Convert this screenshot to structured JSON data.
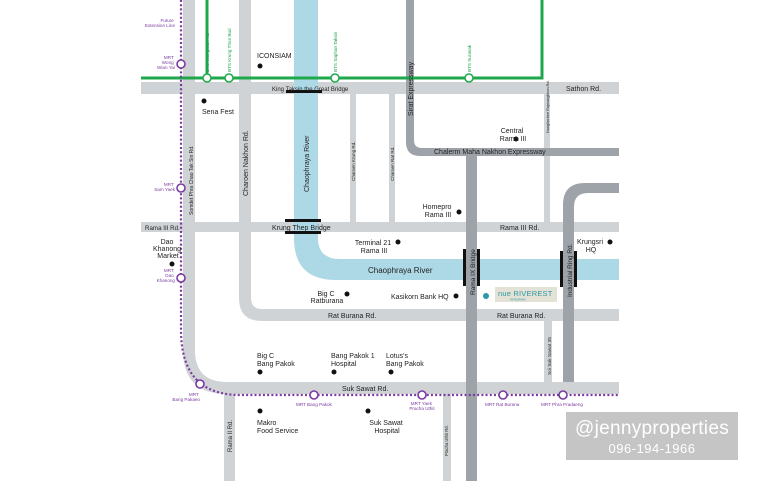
{
  "colors": {
    "road": "#cfd3d5",
    "expressway": "#9da3a8",
    "river": "#add8e6",
    "bts_line": "#1fa84b",
    "mrt_line": "#7a3aa0",
    "bridge": "#111111",
    "project": "#e4e1d6",
    "project_logo": "#2a9aa5"
  },
  "roads": {
    "sathon": "Sathon Rd.",
    "king_taksin_bridge": "King Taksin the Great Bridge",
    "sirat_expressway": "Sirat Expressway",
    "chalerm_expressway": "Chalerm Maha Nakhon Expressway",
    "charoen_nakhon": "Charoen Nakhon Rd.",
    "chaophraya_river_vertical": "Chaophraya River",
    "charoen_krung": "Charoen Krung Rd.",
    "charoen_rat": "Charoen Rat Rd.",
    "nanglinchee": "Nanglinchee Rajmangkhon Rd.",
    "rama3_left": "Rama III Rd.",
    "krung_thep_bridge": "Krung Thep Bridge",
    "rama3_right": "Rama III Rd.",
    "somdet": "Somdet Phra Chao Tak Sin Rd.",
    "chaophraya_river": "Chaophraya River",
    "rama9_bridge": "Rama IX Bridge",
    "industrial_ring": "Industrial Ring Rd.",
    "rat_burana_left": "Rat Burana Rd.",
    "rat_burana_right": "Rat Burana Rd.",
    "suk_sawat_35": "Soi Suk Sawat 35",
    "suk_sawat": "Suk Sawat Rd.",
    "rama2": "Rama II Rd.",
    "pracha_uthit": "Pracha Uthit Rd."
  },
  "stations": {
    "future_ext": [
      "Future",
      "Extension Line"
    ],
    "mrt_wong_wian_yai": [
      "MRT",
      "Wong",
      "Wian Yai"
    ],
    "bts_wongwian_yai": "BTS Wongwian Yai",
    "bts_krung_thon_buri": "BTS Krung Thon Buri",
    "bts_saphan_taksin": "BTS Saphan Taksin",
    "bts_surasak": "BTS Surasak",
    "mrt_sam_yaek": [
      "MRT",
      "Sam Yaek"
    ],
    "mrt_dao_khanong": [
      "MRT",
      "Dao",
      "Khanong"
    ],
    "mrt_bang_pakaeo": [
      "MRT",
      "Bang Pakaeo"
    ],
    "mrt_bang_pakok": "MRT Bang Pakok",
    "mrt_yaek_pracha": [
      "MRT Yaek",
      "Pracha Uthit"
    ],
    "mrt_rat_burana": "MRT Rat Burana",
    "mrt_phra_pradaeng": "MRT Phra Pradaeng"
  },
  "poi": {
    "iconsiam": "ICONSIAM",
    "sena_fest": "Sena Fest",
    "central_rama3": [
      "Central",
      "Rama III"
    ],
    "homepro": [
      "Homepro",
      "Rama III"
    ],
    "dao_khanong_market": [
      "Dao",
      "Khanong",
      "Market"
    ],
    "terminal21": [
      "Terminal 21",
      "Rama III"
    ],
    "krungsri": [
      "Krungsri",
      "HQ"
    ],
    "bigc_ratburana": [
      "Big C",
      "Ratburana"
    ],
    "kasikorn": "Kasikorn Bank HQ",
    "bigc_bang_pakok": [
      "Big C",
      "Bang Pakok"
    ],
    "bang_pakok1": [
      "Bang Pakok 1",
      "Hospital"
    ],
    "lotus": [
      "Lotus's",
      "Bang Pakok"
    ],
    "makro": [
      "Makro",
      "Food Service"
    ],
    "suk_sawat_hospital": [
      "Suk Sawat",
      "Hospital"
    ]
  },
  "project": {
    "name": "nue RIVEREST",
    "sub": "RATBURANA"
  },
  "watermark": {
    "handle": "@jennyproperties",
    "phone": "096-194-1966"
  }
}
